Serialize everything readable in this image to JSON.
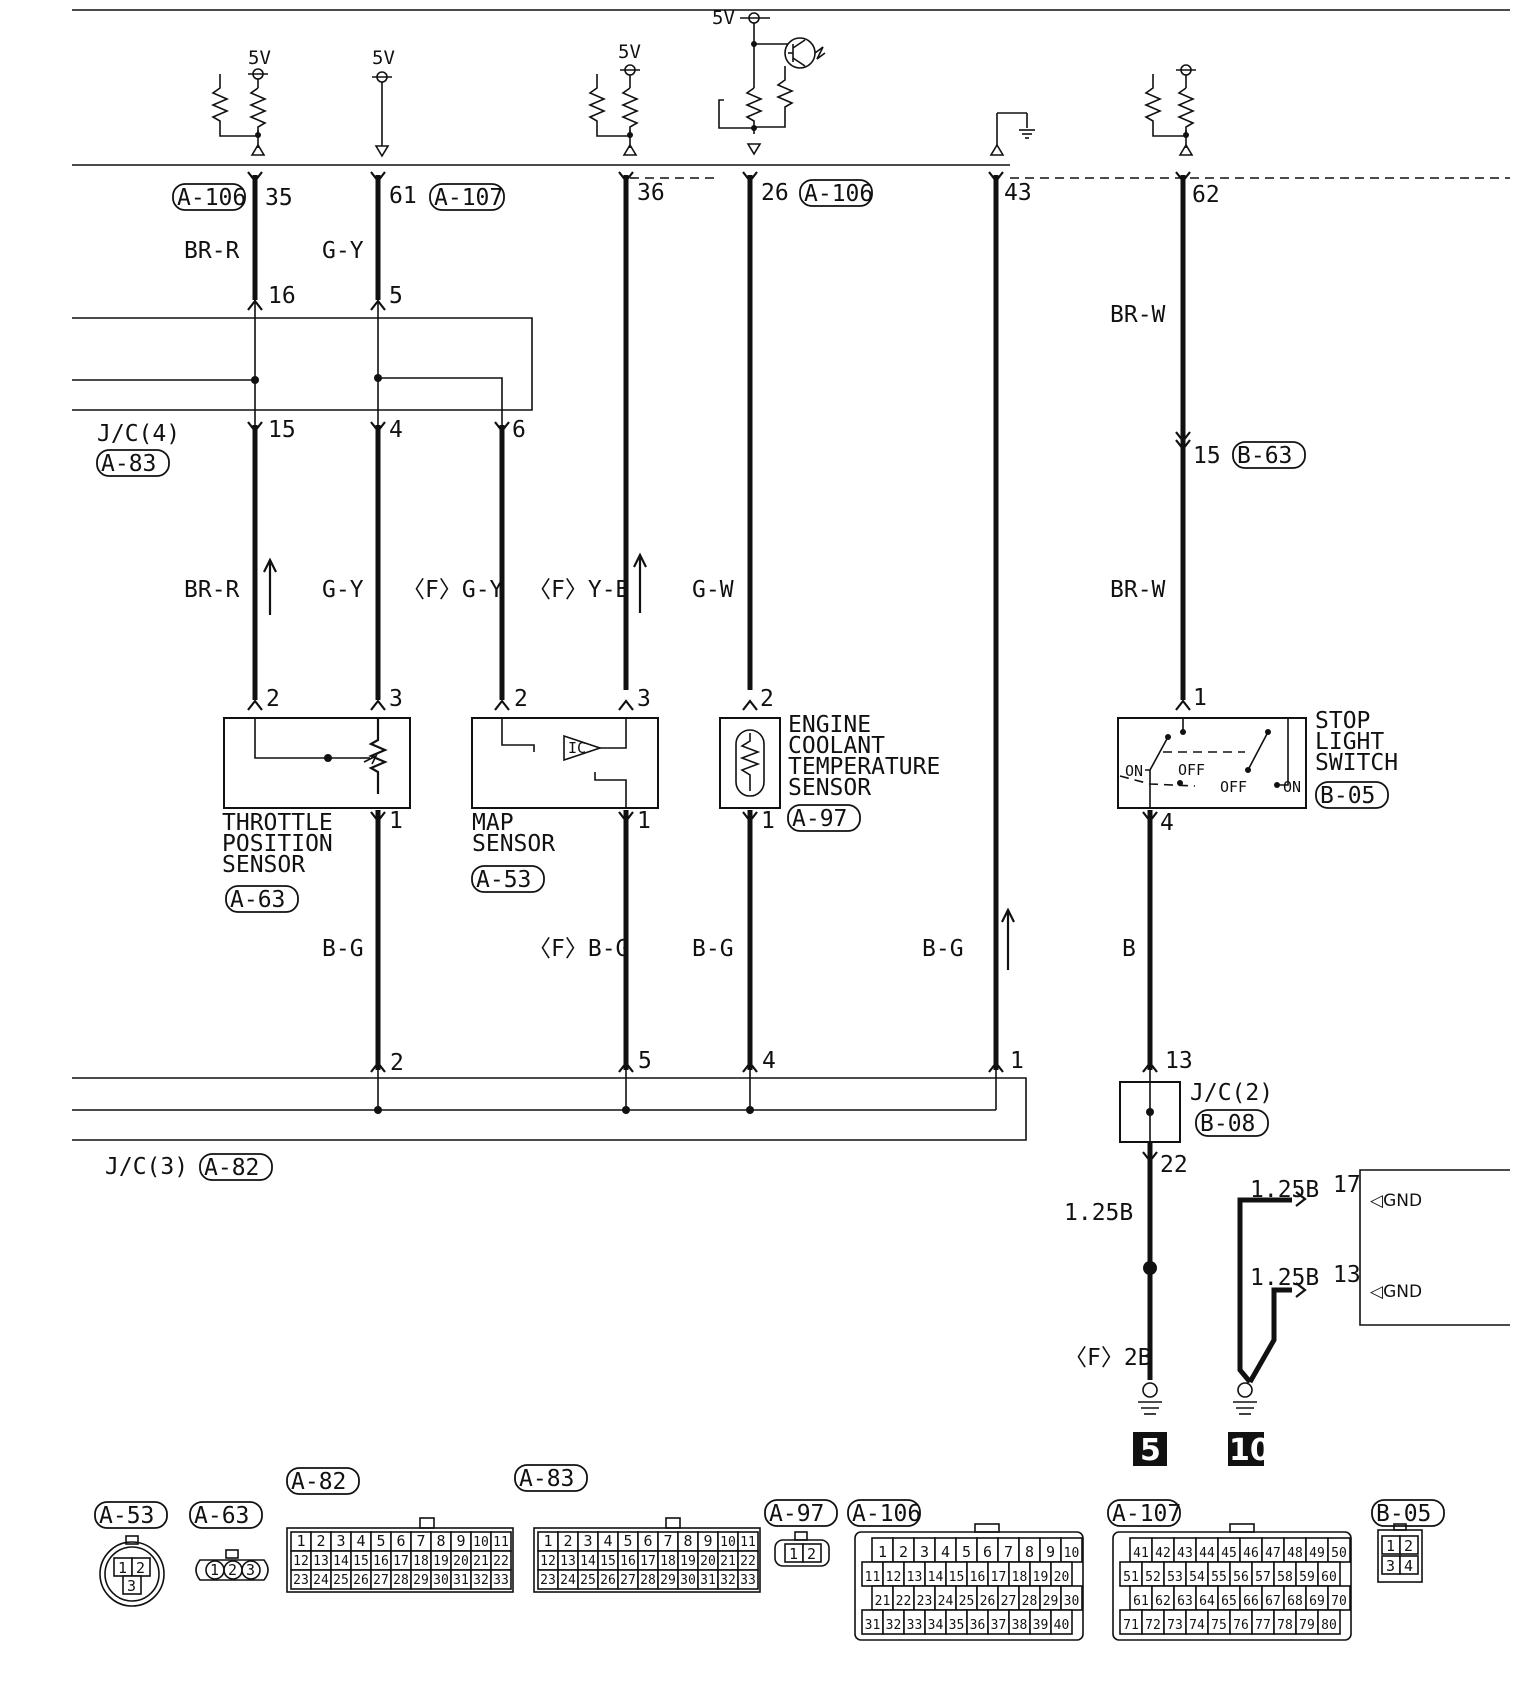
{
  "supply": {
    "v5_tps": "5V",
    "v5_tps_g": "5V",
    "v5_map": "5V",
    "v5_ect": "5V"
  },
  "ecu_pins": {
    "p35": "35",
    "p61": "61",
    "p36": "36",
    "p26": "26",
    "p43": "43",
    "p62": "62",
    "conn_a106_left": "A-106",
    "conn_a107": "A-107",
    "conn_a106_right": "A-106"
  },
  "wires": {
    "br_r_top": "BR-R",
    "g_y_top": "G-Y",
    "br_w_top": "BR-W",
    "br_r_mid": "BR-R",
    "g_y_mid": "G-Y",
    "f_g_y": "〈F〉G-Y",
    "f_y_b": "〈F〉Y-B",
    "g_w": "G-W",
    "br_w_mid": "BR-W",
    "b_g_1": "B-G",
    "f_b_g": "〈F〉B-G",
    "b_g_2": "B-G",
    "b_g_3": "B-G",
    "b": "B",
    "w125b_a": "1.25B",
    "w125b_b": "1.25B",
    "w125b_c": "1.25B",
    "f_2b": "〈F〉2B"
  },
  "junctions": {
    "jc4_label": "J/C(4)",
    "jc4_conn": "A-83",
    "jc4_p16": "16",
    "jc4_p5": "5",
    "jc4_p15": "15",
    "jc4_p4": "4",
    "jc4_p6": "6",
    "jc3_label": "J/C(3)",
    "jc3_conn": "A-82",
    "jc3_p2": "2",
    "jc3_p5": "5",
    "jc3_p4": "4",
    "jc3_p1": "1",
    "jc2_label": "J/C(2)",
    "jc2_conn": "B-08",
    "jc2_p13": "13",
    "jc2_p22": "22",
    "b63_pin": "15",
    "b63_conn": "B-63"
  },
  "components": {
    "tps": {
      "name_1": "THROTTLE",
      "name_2": "POSITION",
      "name_3": "SENSOR",
      "conn": "A-63",
      "p2": "2",
      "p3": "3",
      "p1": "1"
    },
    "map": {
      "name_1": "MAP",
      "name_2": "SENSOR",
      "conn": "A-53",
      "p2": "2",
      "p3": "3",
      "p1": "1",
      "ic": "IC"
    },
    "ect": {
      "name_1": "ENGINE",
      "name_2": "COOLANT",
      "name_3": "TEMPERATURE",
      "name_4": "SENSOR",
      "conn": "A-97",
      "p2": "2",
      "p1": "1"
    },
    "stop": {
      "name_1": "STOP",
      "name_2": "LIGHT",
      "name_3": "SWITCH",
      "conn": "B-05",
      "p1": "1",
      "p4": "4",
      "on_l": "ON",
      "off_l": "OFF",
      "off_r": "OFF",
      "on_r": "ON"
    }
  },
  "gnd_block": {
    "pin17": "17",
    "pin13": "13",
    "gnd1": "◁GND",
    "gnd2": "◁GND"
  },
  "ground_points": {
    "g5": "5",
    "g10": "10"
  },
  "connector_views": {
    "a53": {
      "title": "A-53",
      "pins": [
        "1",
        "2",
        "3"
      ]
    },
    "a63": {
      "title": "A-63",
      "pins": [
        "1",
        "2",
        "3"
      ]
    },
    "a82": {
      "title": "A-82",
      "rows": [
        [
          "1",
          "2",
          "3",
          "4",
          "5",
          "6",
          "7",
          "8",
          "9",
          "10",
          "11"
        ],
        [
          "12",
          "13",
          "14",
          "15",
          "16",
          "17",
          "18",
          "19",
          "20",
          "21",
          "22"
        ],
        [
          "23",
          "24",
          "25",
          "26",
          "27",
          "28",
          "29",
          "30",
          "31",
          "32",
          "33"
        ]
      ]
    },
    "a83": {
      "title": "A-83",
      "rows": [
        [
          "1",
          "2",
          "3",
          "4",
          "5",
          "6",
          "7",
          "8",
          "9",
          "10",
          "11"
        ],
        [
          "12",
          "13",
          "14",
          "15",
          "16",
          "17",
          "18",
          "19",
          "20",
          "21",
          "22"
        ],
        [
          "23",
          "24",
          "25",
          "26",
          "27",
          "28",
          "29",
          "30",
          "31",
          "32",
          "33"
        ]
      ]
    },
    "a97": {
      "title": "A-97",
      "pins": [
        "1",
        "2"
      ]
    },
    "a106": {
      "title": "A-106",
      "rows": [
        [
          "1",
          "2",
          "3",
          "4",
          "5",
          "6",
          "7",
          "8",
          "9",
          "10"
        ],
        [
          "11",
          "12",
          "13",
          "14",
          "15",
          "16",
          "17",
          "18",
          "19",
          "20"
        ],
        [
          "21",
          "22",
          "23",
          "24",
          "25",
          "26",
          "27",
          "28",
          "29",
          "30"
        ],
        [
          "31",
          "32",
          "33",
          "34",
          "35",
          "36",
          "37",
          "38",
          "39",
          "40"
        ]
      ]
    },
    "a107": {
      "title": "A-107",
      "rows": [
        [
          "41",
          "42",
          "43",
          "44",
          "45",
          "46",
          "47",
          "48",
          "49",
          "50"
        ],
        [
          "51",
          "52",
          "53",
          "54",
          "55",
          "56",
          "57",
          "58",
          "59",
          "60"
        ],
        [
          "61",
          "62",
          "63",
          "64",
          "65",
          "66",
          "67",
          "68",
          "69",
          "70"
        ],
        [
          "71",
          "72",
          "73",
          "74",
          "75",
          "76",
          "77",
          "78",
          "79",
          "80"
        ]
      ]
    },
    "b05": {
      "title": "B-05",
      "pins": [
        "1",
        "2",
        "3",
        "4"
      ]
    }
  }
}
